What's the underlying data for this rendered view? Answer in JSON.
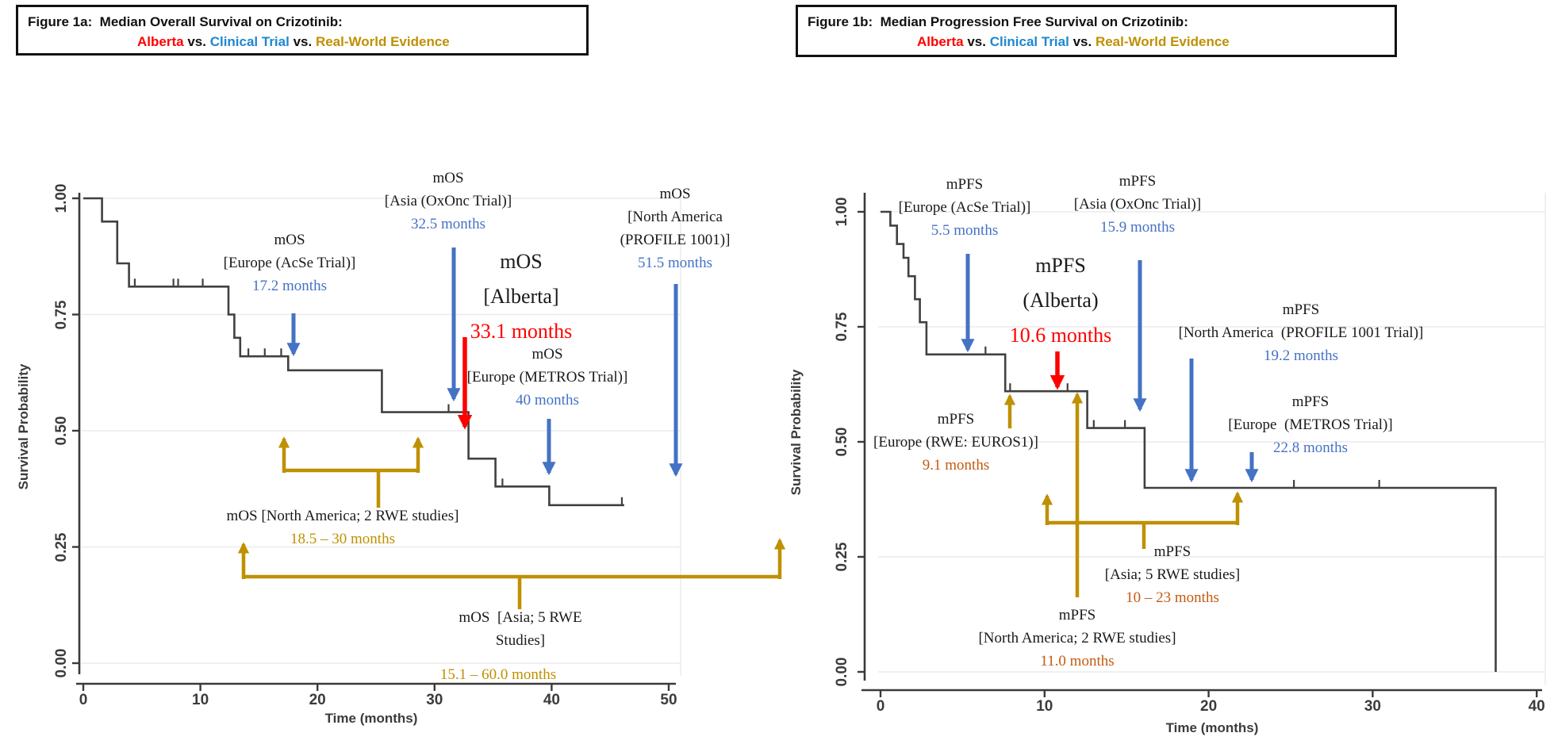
{
  "legend": {
    "alberta": "Alberta",
    "vs": "vs.",
    "clinical": "Clinical Trial",
    "rwe": "Real-World Evidence"
  },
  "colors": {
    "alberta_red": "#ff0000",
    "clinical_trial_blue": "#4472c4",
    "title_blue": "#1e87d2",
    "rwe_gold": "#bf9000",
    "rwe_orange": "#c55a11",
    "curve_gray": "#404040",
    "grid_gray": "#ececec"
  },
  "figure_1a": {
    "title_line1": "Figure 1a:  Median Overall Survival on Crizotinib:",
    "ylabel": "Survival Probability",
    "xlabel": "Time (months)",
    "annotations": {
      "acse": {
        "l1": "mOS",
        "l2": "[Europe (AcSe Trial)]",
        "value": "17.2 months"
      },
      "oxonc": {
        "l1": "mOS",
        "l2": "[Asia (OxOnc Trial)]",
        "value": "32.5 months"
      },
      "alberta": {
        "l1": "mOS",
        "l2": "[Alberta]",
        "value": "33.1 months"
      },
      "profile": {
        "l1": "mOS",
        "l2": "[North America",
        "l3": "(PROFILE 1001)]",
        "value": "51.5 months"
      },
      "metros": {
        "l1": "mOS",
        "l2": "[Europe (METROS Trial)]",
        "value": "40 months"
      },
      "na_rwe": {
        "l1": "mOS [North America; 2 RWE studies]",
        "value": "18.5 – 30 months"
      },
      "asia_rwe": {
        "l1": "mOS  [Asia; 5 RWE",
        "l2": "Studies]",
        "value": "15.1 – 60.0 months"
      }
    }
  },
  "figure_1b": {
    "title_line1": "Figure 1b:  Median Progression Free Survival on Crizotinib:",
    "ylabel": "Survival Probability",
    "xlabel": "Time (months)",
    "annotations": {
      "acse": {
        "l1": "mPFS",
        "l2": "[Europe (AcSe Trial)]",
        "value": "5.5 months"
      },
      "oxonc": {
        "l1": "mPFS",
        "l2": "[Asia (OxOnc Trial)]",
        "value": "15.9 months"
      },
      "alberta": {
        "l1": "mPFS",
        "l2": "(Alberta)",
        "value": "10.6 months"
      },
      "profile": {
        "l1": "mPFS",
        "l2": "[North America  (PROFILE 1001 Trial)]",
        "value": "19.2 months"
      },
      "metros": {
        "l1": "mPFS",
        "l2": "[Europe  (METROS Trial)]",
        "value": "22.8 months"
      },
      "euros1": {
        "l1": "mPFS",
        "l2": "[Europe (RWE: EUROS1)]",
        "value": "9.1 months"
      },
      "asia_rwe": {
        "l1": "mPFS",
        "l2": "[Asia; 5 RWE studies]",
        "value": "10 – 23 months"
      },
      "na_rwe": {
        "l1": "mPFS",
        "l2": "[North America; 2 RWE studies]",
        "value": "11.0 months"
      }
    }
  },
  "chart_data": [
    {
      "type": "line",
      "km_step": true,
      "title": "Figure 1a: Median Overall Survival on Crizotinib: Alberta vs. Clinical Trial vs. Real-World Evidence",
      "xlabel": "Time (months)",
      "ylabel": "Survival Probability",
      "xlim": [
        0,
        52
      ],
      "ylim": [
        0,
        1
      ],
      "xticks": [
        0,
        10,
        20,
        30,
        40,
        50
      ],
      "yticks": [
        0,
        0.25,
        0.5,
        0.75,
        1
      ],
      "ytick_labels": [
        "0.00",
        "0.25",
        "0.50",
        "0.75",
        "1.00"
      ],
      "grid": true,
      "legend_position": "none",
      "series": [
        {
          "name": "Alberta cohort overall survival (Kaplan-Meier)",
          "step_points": [
            [
              0,
              1.0
            ],
            [
              1.6,
              1.0
            ],
            [
              1.6,
              0.95
            ],
            [
              2.9,
              0.95
            ],
            [
              2.9,
              0.86
            ],
            [
              3.9,
              0.86
            ],
            [
              3.9,
              0.81
            ],
            [
              12.4,
              0.81
            ],
            [
              12.4,
              0.75
            ],
            [
              12.9,
              0.75
            ],
            [
              12.9,
              0.7
            ],
            [
              13.4,
              0.7
            ],
            [
              13.4,
              0.66
            ],
            [
              17.5,
              0.66
            ],
            [
              17.5,
              0.63
            ],
            [
              25.5,
              0.63
            ],
            [
              25.5,
              0.54
            ],
            [
              32.9,
              0.54
            ],
            [
              32.9,
              0.44
            ],
            [
              35.2,
              0.44
            ],
            [
              35.2,
              0.38
            ],
            [
              39.8,
              0.38
            ],
            [
              39.8,
              0.34
            ],
            [
              46.2,
              0.34
            ]
          ]
        }
      ],
      "censor_marks": [
        [
          4.4,
          0.81
        ],
        [
          7.7,
          0.81
        ],
        [
          8.1,
          0.81
        ],
        [
          10.2,
          0.81
        ],
        [
          14.1,
          0.66
        ],
        [
          15.5,
          0.66
        ],
        [
          16.9,
          0.66
        ],
        [
          31.2,
          0.54
        ],
        [
          35.8,
          0.38
        ],
        [
          46.0,
          0.34
        ]
      ],
      "annotated_medians": [
        {
          "label": "mOS [Alberta]",
          "months": "33.1",
          "source": "Alberta",
          "color": "red"
        },
        {
          "label": "mOS [Europe (AcSe Trial)]",
          "months": "17.2",
          "source": "clinical trial",
          "color": "blue"
        },
        {
          "label": "mOS [Asia (OxOnc Trial)]",
          "months": "32.5",
          "source": "clinical trial",
          "color": "blue"
        },
        {
          "label": "mOS [Europe (METROS Trial)]",
          "months": "40",
          "source": "clinical trial",
          "color": "blue"
        },
        {
          "label": "mOS [North America (PROFILE 1001)]",
          "months": "51.5",
          "source": "clinical trial",
          "color": "blue"
        },
        {
          "label": "mOS [North America; 2 RWE studies]",
          "months": "18.5 – 30",
          "source": "real-world evidence",
          "color": "gold"
        },
        {
          "label": "mOS [Asia; 5 RWE Studies]",
          "months": "15.1 – 60.0",
          "source": "real-world evidence",
          "color": "gold"
        }
      ]
    },
    {
      "type": "line",
      "km_step": true,
      "title": "Figure 1b: Median Progression Free Survival on Crizotinib: Alberta vs. Clinical Trial vs. Real-World Evidence",
      "xlabel": "Time (months)",
      "ylabel": "Survival Probability",
      "xlim": [
        0,
        40
      ],
      "ylim": [
        0,
        1
      ],
      "xticks": [
        0,
        10,
        20,
        30,
        40
      ],
      "yticks": [
        0,
        0.25,
        0.5,
        0.75,
        1
      ],
      "ytick_labels": [
        "0.00",
        "0.25",
        "0.50",
        "0.75",
        "1.00"
      ],
      "grid": true,
      "legend_position": "none",
      "series": [
        {
          "name": "Alberta cohort progression-free survival (Kaplan-Meier)",
          "step_points": [
            [
              0,
              1.0
            ],
            [
              0.6,
              1.0
            ],
            [
              0.6,
              0.97
            ],
            [
              1.0,
              0.97
            ],
            [
              1.0,
              0.93
            ],
            [
              1.4,
              0.93
            ],
            [
              1.4,
              0.9
            ],
            [
              1.7,
              0.9
            ],
            [
              1.7,
              0.86
            ],
            [
              2.1,
              0.86
            ],
            [
              2.1,
              0.81
            ],
            [
              2.4,
              0.81
            ],
            [
              2.4,
              0.76
            ],
            [
              2.8,
              0.76
            ],
            [
              2.8,
              0.69
            ],
            [
              7.6,
              0.69
            ],
            [
              7.6,
              0.61
            ],
            [
              12.6,
              0.61
            ],
            [
              12.6,
              0.53
            ],
            [
              16.1,
              0.53
            ],
            [
              16.1,
              0.4
            ],
            [
              37.5,
              0.4
            ],
            [
              37.5,
              0.0
            ]
          ]
        }
      ],
      "censor_marks": [
        [
          6.4,
          0.69
        ],
        [
          7.9,
          0.61
        ],
        [
          11.4,
          0.61
        ],
        [
          13.0,
          0.53
        ],
        [
          14.9,
          0.53
        ],
        [
          25.2,
          0.4
        ],
        [
          30.4,
          0.4
        ]
      ],
      "annotated_medians": [
        {
          "label": "mPFS (Alberta)",
          "months": "10.6",
          "source": "Alberta",
          "color": "red"
        },
        {
          "label": "mPFS [Europe (AcSe Trial)]",
          "months": "5.5",
          "source": "clinical trial",
          "color": "blue"
        },
        {
          "label": "mPFS [Asia (OxOnc Trial)]",
          "months": "15.9",
          "source": "clinical trial",
          "color": "blue"
        },
        {
          "label": "mPFS [North America (PROFILE 1001 Trial)]",
          "months": "19.2",
          "source": "clinical trial",
          "color": "blue"
        },
        {
          "label": "mPFS [Europe (METROS Trial)]",
          "months": "22.8",
          "source": "clinical trial",
          "color": "blue"
        },
        {
          "label": "mPFS [Europe (RWE: EUROS1)]",
          "months": "9.1",
          "source": "real-world evidence",
          "color": "gold"
        },
        {
          "label": "mPFS [Asia; 5 RWE studies]",
          "months": "10 – 23",
          "source": "real-world evidence",
          "color": "gold"
        },
        {
          "label": "mPFS [North America; 2 RWE studies]",
          "months": "11.0",
          "source": "real-world evidence",
          "color": "gold"
        }
      ]
    }
  ]
}
